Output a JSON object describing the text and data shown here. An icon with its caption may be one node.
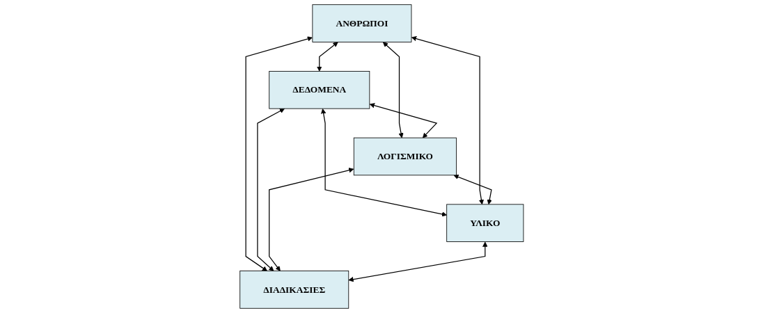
{
  "diagram": {
    "nodes": [
      {
        "text": [
          "ΑΝΘΡΩΠΟΙ"
        ]
      },
      {
        "text": [
          "ΔΕΔΟΜΕΝΑ"
        ]
      },
      {
        "text": [
          "ΛΟΓΙΣΜΙΚΟ"
        ]
      },
      {
        "text": [
          "ΥΛΙΚΟ"
        ]
      },
      {
        "text": [
          "ΔΙΑΔΙΚΑΣΙΕΣ"
        ]
      }
    ],
    "edges": [
      {
        "from": 0,
        "to": 1,
        "arrow": "both"
      },
      {
        "from": 0,
        "to": 2,
        "arrow": "both"
      },
      {
        "from": 1,
        "to": 3,
        "arrow": "both"
      },
      {
        "from": 0,
        "to": 3,
        "arrow": "both"
      },
      {
        "from": 0,
        "to": 4,
        "arrow": "both"
      },
      {
        "from": 1,
        "to": 2,
        "arrow": "both"
      },
      {
        "from": 1,
        "to": 4,
        "arrow": "both"
      },
      {
        "from": 2,
        "to": 3,
        "arrow": "both"
      },
      {
        "from": 2,
        "to": 4,
        "arrow": "both"
      },
      {
        "from": 3,
        "to": 4,
        "arrow": "both"
      }
    ]
  }
}
